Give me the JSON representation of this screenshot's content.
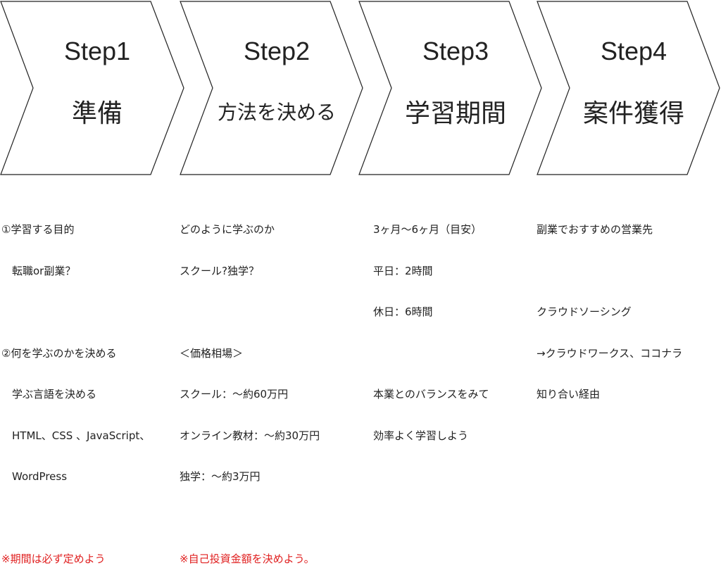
{
  "steps": [
    {
      "title": "Step1",
      "subtitle": "準備",
      "body": [
        "①学習する目的",
        "　転職or副業？",
        "",
        "②何を学ぶのかを決める",
        "　学ぶ言語を決める",
        "　HTML、CSS 、JavaScript、",
        "　WordPress",
        ""
      ],
      "note": "※期間は必ず定めよう"
    },
    {
      "title": "Step2",
      "subtitle": "方法を決める",
      "body": [
        "どのように学ぶのか",
        "スクール?独学？",
        "",
        "＜価格相場＞",
        "スクール：～約60万円",
        "オンライン教材：～約30万円",
        "独学：～約3万円",
        ""
      ],
      "note": "※自己投資金額を決めよう。"
    },
    {
      "title": "Step3",
      "subtitle": "学習期間",
      "body": [
        "3ヶ月～6ヶ月（目安）",
        "平日：2時間",
        "休日：6時間",
        "",
        "本業とのバランスをみて",
        "効率よく学習しよう"
      ]
    },
    {
      "title": "Step4",
      "subtitle": "案件獲得",
      "body": [
        "副業でおすすめの営業先",
        "",
        "クラウドソーシング",
        "→クラウドワークス、ココナラ",
        "知り合い経由"
      ]
    }
  ],
  "colors": {
    "note": "#e02020",
    "outline": "#222222"
  }
}
